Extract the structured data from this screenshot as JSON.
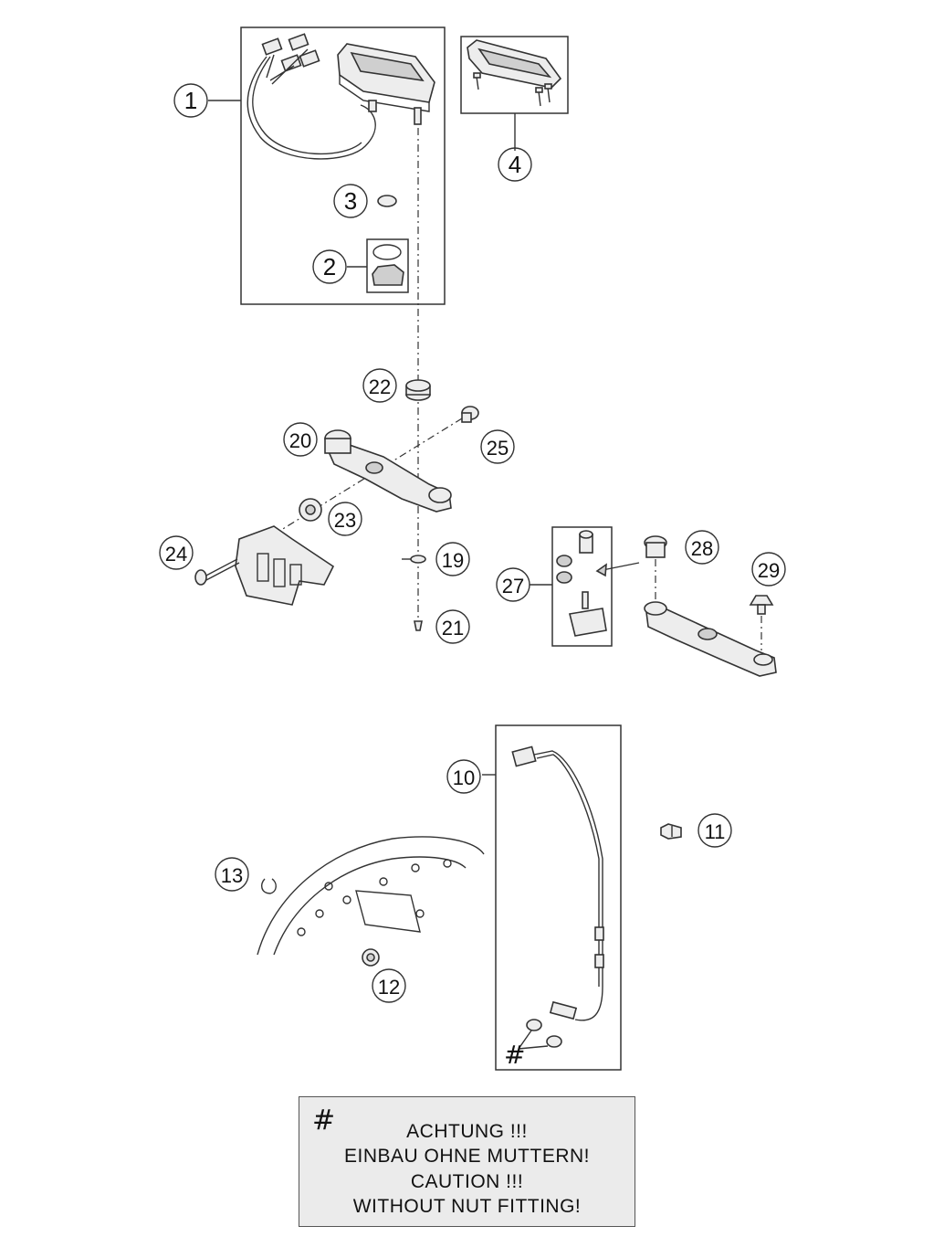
{
  "callouts": {
    "c1": "1",
    "c2": "2",
    "c3": "3",
    "c4": "4",
    "c10": "10",
    "c11": "11",
    "c12": "12",
    "c13": "13",
    "c19": "19",
    "c20": "20",
    "c21": "21",
    "c22": "22",
    "c23": "23",
    "c24": "24",
    "c25": "25",
    "c27": "27",
    "c28": "28",
    "c29": "29"
  },
  "hash_marks": {
    "sensor_kit": "#"
  },
  "caution_note": {
    "symbol": "#",
    "line1": "ACHTUNG !!!",
    "line2": "EINBAU OHNE MUTTERN!",
    "line3": "CAUTION !!!",
    "line4": "WITHOUT NUT FITTING!"
  }
}
